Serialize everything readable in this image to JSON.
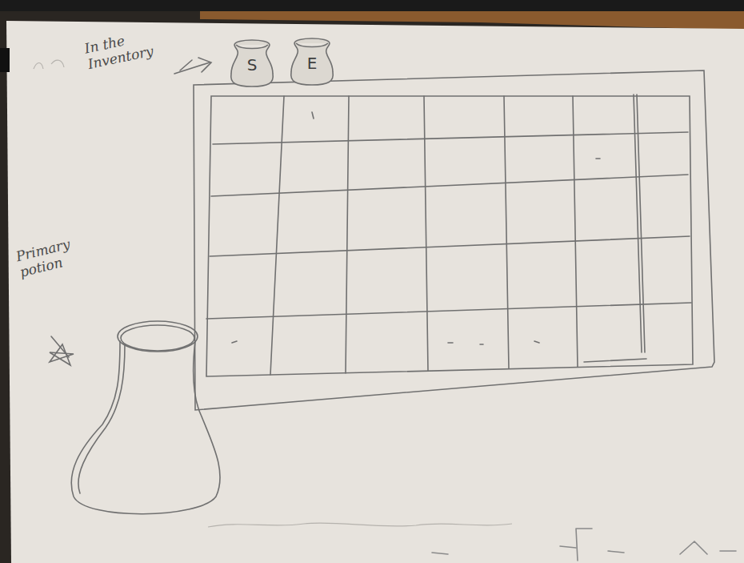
{
  "diagram": {
    "nodes": [
      {
        "text": [
          "S"
        ]
      },
      {
        "text": [
          "E"
        ]
      }
    ],
    "labels": [
      "In the Inventory",
      "Primary potion"
    ]
  }
}
